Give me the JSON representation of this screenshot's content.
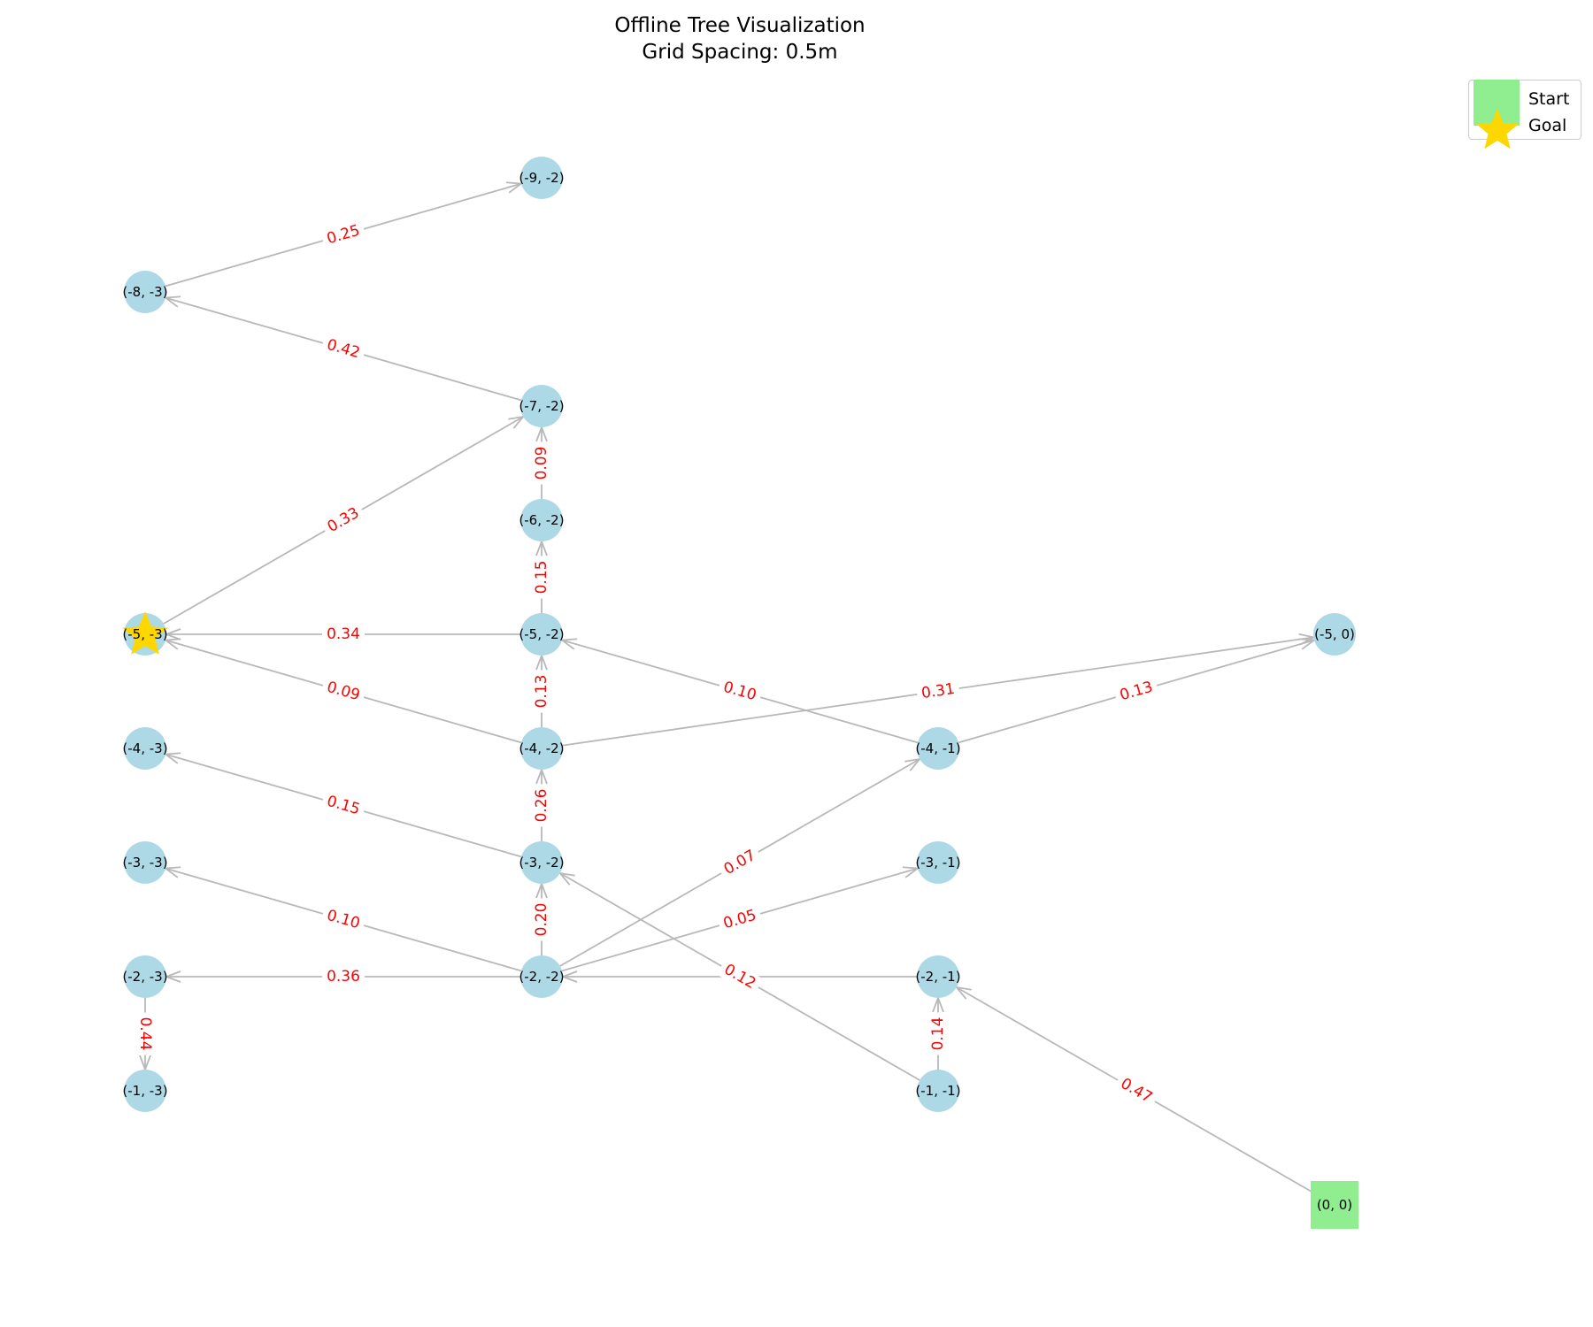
{
  "title_lines": [
    "Offline Tree Visualization",
    "Grid Spacing: 0.5m"
  ],
  "legend": [
    {
      "label": "Start",
      "marker": "square",
      "color": "#90ee90"
    },
    {
      "label": "Goal",
      "marker": "star",
      "color": "#ffd700"
    }
  ],
  "colors": {
    "node_fill": "#add8e6",
    "start_fill": "#90ee90",
    "goal_fill": "#ffd700",
    "edge": "#b8b8b8",
    "edge_label": "#ff0000"
  },
  "nodes": [
    {
      "id": "(-9, -2)",
      "label": "(-9, -2)",
      "x": -2,
      "y": -9
    },
    {
      "id": "(-8, -3)",
      "label": "(-8, -3)",
      "x": -3,
      "y": -8
    },
    {
      "id": "(-7, -2)",
      "label": "(-7, -2)",
      "x": -2,
      "y": -7
    },
    {
      "id": "(-6, -2)",
      "label": "(-6, -2)",
      "x": -2,
      "y": -6
    },
    {
      "id": "(-5, -3)",
      "label": "(-5, -3)",
      "x": -3,
      "y": -5,
      "role": "goal"
    },
    {
      "id": "(-5, -2)",
      "label": "(-5, -2)",
      "x": -2,
      "y": -5
    },
    {
      "id": "(-5, 0)",
      "label": "(-5, 0)",
      "x": 0,
      "y": -5
    },
    {
      "id": "(-4, -3)",
      "label": "(-4, -3)",
      "x": -3,
      "y": -4
    },
    {
      "id": "(-4, -2)",
      "label": "(-4, -2)",
      "x": -2,
      "y": -4
    },
    {
      "id": "(-4, -1)",
      "label": "(-4, -1)",
      "x": -1,
      "y": -4
    },
    {
      "id": "(-3, -3)",
      "label": "(-3, -3)",
      "x": -3,
      "y": -3
    },
    {
      "id": "(-3, -2)",
      "label": "(-3, -2)",
      "x": -2,
      "y": -3
    },
    {
      "id": "(-3, -1)",
      "label": "(-3, -1)",
      "x": -1,
      "y": -3
    },
    {
      "id": "(-2, -3)",
      "label": "(-2, -3)",
      "x": -3,
      "y": -2
    },
    {
      "id": "(-2, -2)",
      "label": "(-2, -2)",
      "x": -2,
      "y": -2
    },
    {
      "id": "(-2, -1)",
      "label": "(-2, -1)",
      "x": -1,
      "y": -2
    },
    {
      "id": "(-1, -3)",
      "label": "(-1, -3)",
      "x": -3,
      "y": -1
    },
    {
      "id": "(-1, -1)",
      "label": "(-1, -1)",
      "x": -1,
      "y": -1
    },
    {
      "id": "(0, 0)",
      "label": "(0, 0)",
      "x": 0,
      "y": 0,
      "role": "start"
    }
  ],
  "edges": [
    {
      "from": "(-8, -3)",
      "to": "(-9, -2)",
      "label": "0.25"
    },
    {
      "from": "(-7, -2)",
      "to": "(-8, -3)",
      "label": "0.42"
    },
    {
      "from": "(-6, -2)",
      "to": "(-7, -2)",
      "label": "0.09"
    },
    {
      "from": "(-5, -3)",
      "to": "(-7, -2)",
      "label": "0.33"
    },
    {
      "from": "(-5, -2)",
      "to": "(-6, -2)",
      "label": "0.15"
    },
    {
      "from": "(-5, -2)",
      "to": "(-5, -3)",
      "label": "0.34"
    },
    {
      "from": "(-4, -2)",
      "to": "(-5, -3)",
      "label": "0.09"
    },
    {
      "from": "(-4, -2)",
      "to": "(-5, -2)",
      "label": "0.13"
    },
    {
      "from": "(-4, -1)",
      "to": "(-5, -2)",
      "label": "0.10"
    },
    {
      "from": "(-4, -2)",
      "to": "(-5, 0)",
      "label": "0.31"
    },
    {
      "from": "(-4, -1)",
      "to": "(-5, 0)",
      "label": "0.13"
    },
    {
      "from": "(-3, -2)",
      "to": "(-4, -3)",
      "label": "0.15"
    },
    {
      "from": "(-3, -2)",
      "to": "(-4, -2)",
      "label": "0.26"
    },
    {
      "from": "(-2, -2)",
      "to": "(-4, -1)",
      "label": "0.07"
    },
    {
      "from": "(-2, -2)",
      "to": "(-3, -3)",
      "label": "0.10"
    },
    {
      "from": "(-2, -2)",
      "to": "(-3, -2)",
      "label": "0.20"
    },
    {
      "from": "(-2, -2)",
      "to": "(-3, -1)",
      "label": "0.05"
    },
    {
      "from": "(-2, -2)",
      "to": "(-2, -3)",
      "label": "0.36"
    },
    {
      "from": "(-1, -1)",
      "to": "(-3, -2)",
      "label": "0.12"
    },
    {
      "from": "(-2, -1)",
      "to": "(-2, -2)",
      "label": ""
    },
    {
      "from": "(-2, -3)",
      "to": "(-1, -3)",
      "label": "0.44"
    },
    {
      "from": "(-1, -1)",
      "to": "(-2, -1)",
      "label": "0.14"
    },
    {
      "from": "(0, 0)",
      "to": "(-2, -1)",
      "label": "0.47"
    }
  ]
}
